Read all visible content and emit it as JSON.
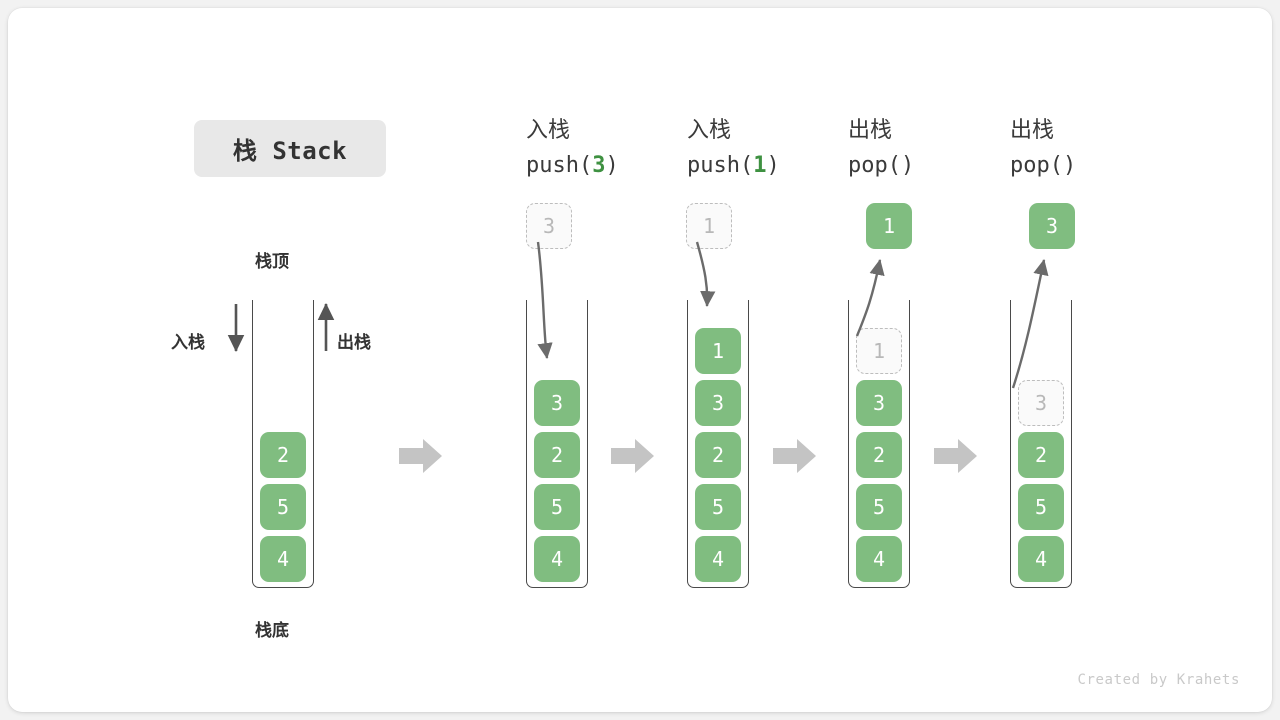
{
  "figure": {
    "title_chip": "栈 Stack",
    "credit": "Created by Krahets",
    "colors": {
      "element_fill": "#80bd80",
      "element_text": "#ffffff",
      "ghost_fill": "#fafafa",
      "ghost_border": "#bdbdbd",
      "ghost_text": "#b8b8b8",
      "frame_stroke": "#4a4a4a",
      "flow_arrow": "#c4c4c4",
      "curve_arrow": "#6b6b6b",
      "accent_green": "#3e9141",
      "chip_bg": "#e8e8e8",
      "card_bg": "#ffffff",
      "page_bg": "#f2f2f2"
    }
  },
  "legend": {
    "top_label": "栈顶",
    "bottom_label": "栈底",
    "push_label": "入栈",
    "pop_label": "出栈"
  },
  "columns": [
    {
      "id": "initial",
      "header_cn": "",
      "header_code": "",
      "header_arg": "",
      "stack": [
        "2",
        "5",
        "4"
      ],
      "incoming": null,
      "outgoing": null
    },
    {
      "id": "push-3",
      "header_cn": "入栈",
      "header_code_prefix": "push(",
      "header_arg": "3",
      "header_code_suffix": ")",
      "stack": [
        "3",
        "2",
        "5",
        "4"
      ],
      "incoming": "3",
      "outgoing": null
    },
    {
      "id": "push-1",
      "header_cn": "入栈",
      "header_code_prefix": "push(",
      "header_arg": "1",
      "header_code_suffix": ")",
      "stack": [
        "1",
        "3",
        "2",
        "5",
        "4"
      ],
      "incoming": "1",
      "outgoing": null
    },
    {
      "id": "pop-1",
      "header_cn": "出栈",
      "header_code_prefix": "pop(",
      "header_arg": "",
      "header_code_suffix": ")",
      "stack": [
        "3",
        "2",
        "5",
        "4"
      ],
      "ghost_top": "1",
      "incoming": null,
      "outgoing": "1"
    },
    {
      "id": "pop-2",
      "header_cn": "出栈",
      "header_code_prefix": "pop(",
      "header_arg": "",
      "header_code_suffix": ")",
      "stack": [
        "2",
        "5",
        "4"
      ],
      "ghost_top": "3",
      "incoming": null,
      "outgoing": "3"
    }
  ]
}
